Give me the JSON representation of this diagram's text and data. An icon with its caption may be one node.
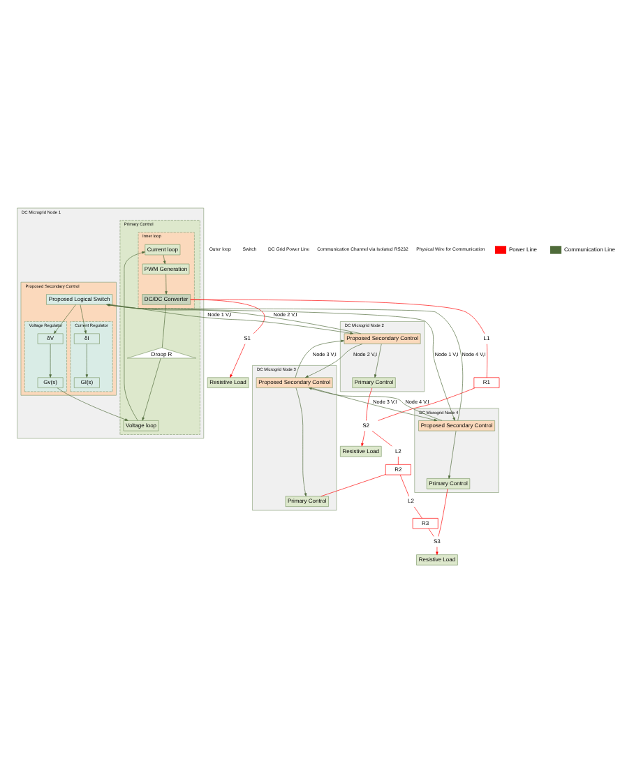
{
  "diagram": {
    "nodes": [
      {
        "text": [
          "DC Microgrid Node 1"
        ]
      },
      {
        "text": [
          "Primary Control"
        ],
        "in": 0
      },
      {
        "text": [
          "Inner loop"
        ],
        "in": 1
      },
      {
        "text": [
          "Voltage loop"
        ],
        "in": 1
      },
      {
        "text": [
          "Current loop"
        ],
        "in": 2
      },
      {
        "text": [
          "PWM Generation"
        ],
        "in": 2
      },
      {
        "text": [
          "DC/DC Converter"
        ],
        "in": 2
      },
      {
        "text": [
          "Droop R"
        ],
        "in": 1
      },
      {
        "text": [
          "Proposed Secondary Control"
        ],
        "in": 0
      },
      {
        "text": [
          "Voltage Regulator"
        ],
        "in": 8
      },
      {
        "text": [
          "Proposed Logical Switch"
        ],
        "in": 8
      },
      {
        "text": [
          "δV"
        ],
        "in": 9
      },
      {
        "text": [
          "Gv(s)"
        ],
        "in": 9
      },
      {
        "text": [
          "Current Regulator"
        ],
        "in": 8
      },
      {
        "text": [
          "δI"
        ],
        "in": 13
      },
      {
        "text": [
          "GI(s)"
        ],
        "in": 13
      },
      {
        "text": [
          "S1"
        ]
      },
      {
        "text": [
          "Resistive Load"
        ]
      },
      {
        "text": [
          "L1"
        ]
      },
      {
        "text": [
          "R1"
        ]
      },
      {
        "text": [
          "DC Microgrid Node 2"
        ]
      },
      {
        "text": [
          "Primary Control"
        ],
        "in": 20
      },
      {
        "text": [
          "Proposed Secondary Control"
        ],
        "in": 20
      },
      {
        "text": [
          "S2"
        ]
      },
      {
        "text": [
          "Resistive Load"
        ]
      },
      {
        "text": [
          "L2"
        ]
      },
      {
        "text": [
          "R2"
        ]
      },
      {
        "text": [
          "DC Microgrid Node 3"
        ]
      },
      {
        "text": [
          "Primary Control"
        ],
        "in": 27
      },
      {
        "text": [
          "Proposed Secondary Control"
        ],
        "in": 27
      },
      {
        "text": [
          "L2"
        ]
      },
      {
        "text": [
          "R3"
        ]
      },
      {
        "text": [
          "DC Microgrid Node 4"
        ]
      },
      {
        "text": [
          "Primary Control"
        ],
        "in": 32
      },
      {
        "text": [
          "Proposed Secondary Control"
        ],
        "in": 32
      },
      {
        "text": [
          "S3"
        ]
      },
      {
        "text": [
          "Resistive Load"
        ]
      }
    ],
    "edges": [
      {
        "from": 3,
        "to": 4,
        "arrow": "to",
        "color": "#4f6b3a"
      },
      {
        "from": 4,
        "to": 5,
        "arrow": "to",
        "color": "#4f6b3a"
      },
      {
        "from": 5,
        "to": 6,
        "arrow": "to",
        "color": "#4f6b3a"
      },
      {
        "from": 6,
        "to": 7,
        "arrow": "none",
        "color": "#4f6b3a"
      },
      {
        "from": 7,
        "to": 3,
        "arrow": "to",
        "color": "#4f6b3a"
      },
      {
        "from": 10,
        "to": 11,
        "arrow": "to",
        "color": "#4f6b3a"
      },
      {
        "from": 10,
        "to": 14,
        "arrow": "to",
        "color": "#4f6b3a"
      },
      {
        "from": 11,
        "to": 12,
        "arrow": "to",
        "color": "#4f6b3a"
      },
      {
        "from": 14,
        "to": 15,
        "arrow": "to",
        "color": "#4f6b3a"
      },
      {
        "from": 12,
        "to": 3,
        "arrow": "to",
        "color": "#4f6b3a"
      },
      {
        "from": 34,
        "to": 10,
        "label": "Node 4 V,I",
        "arrow": "to",
        "color": "#4f6b3a"
      },
      {
        "from": 22,
        "to": 10,
        "label": "Node 2 V,I",
        "arrow": "to",
        "color": "#4f6b3a"
      },
      {
        "from": 10,
        "to": 22,
        "label": "Node 1 V,I",
        "arrow": "to",
        "color": "#4f6b3a"
      },
      {
        "from": 29,
        "to": 22,
        "label": "Node 3 V,I",
        "arrow": "to",
        "color": "#4f6b3a"
      },
      {
        "from": 22,
        "to": 29,
        "label": "Node 2 V,I",
        "arrow": "to",
        "color": "#4f6b3a"
      },
      {
        "from": 34,
        "to": 29,
        "label": "Node 4 V,I",
        "arrow": "to",
        "color": "#4f6b3a"
      },
      {
        "from": 29,
        "to": 34,
        "label": "Node 3 V,I",
        "arrow": "to",
        "color": "#4f6b3a"
      },
      {
        "from": 10,
        "to": 34,
        "label": "Node 1 V,I",
        "arrow": "to",
        "color": "#4f6b3a"
      },
      {
        "from": 22,
        "to": 21,
        "arrow": "to",
        "color": "#4f6b3a"
      },
      {
        "from": 29,
        "to": 28,
        "arrow": "to",
        "color": "#4f6b3a"
      },
      {
        "from": 34,
        "to": 33,
        "arrow": "to",
        "color": "#4f6b3a"
      },
      {
        "from": 6,
        "to": 16,
        "arrow": "none",
        "color": "#ff0000"
      },
      {
        "from": 16,
        "to": 17,
        "arrow": "to",
        "color": "#ff0000"
      },
      {
        "from": 6,
        "to": 18,
        "arrow": "none",
        "color": "#ff0000"
      },
      {
        "from": 18,
        "to": 19,
        "arrow": "none",
        "color": "#ff0000"
      },
      {
        "from": 19,
        "to": 23,
        "arrow": "none",
        "color": "#ff0000"
      },
      {
        "from": 21,
        "to": 23,
        "arrow": "none",
        "color": "#ff0000"
      },
      {
        "from": 23,
        "to": 24,
        "arrow": "to",
        "color": "#ff0000"
      },
      {
        "from": 23,
        "to": 25,
        "arrow": "none",
        "color": "#ff0000"
      },
      {
        "from": 25,
        "to": 26,
        "arrow": "none",
        "color": "#ff0000"
      },
      {
        "from": 26,
        "to": 28,
        "arrow": "none",
        "color": "#ff0000"
      },
      {
        "from": 26,
        "to": 30,
        "arrow": "none",
        "color": "#ff0000"
      },
      {
        "from": 30,
        "to": 31,
        "arrow": "none",
        "color": "#ff0000"
      },
      {
        "from": 31,
        "to": 35,
        "arrow": "none",
        "color": "#ff0000"
      },
      {
        "from": 33,
        "to": 35,
        "arrow": "none",
        "color": "#ff0000"
      },
      {
        "from": 35,
        "to": 36,
        "arrow": "to",
        "color": "#ff0000"
      }
    ],
    "labels": [
      "Outer loop",
      "Switch",
      "DC Grid Power Line",
      "Communication Channel via Isolated RS232",
      "Physical Wire for Communication"
    ],
    "legend": [
      {
        "text": "Power Line",
        "color": "#ff0000"
      },
      {
        "text": "Communication Line",
        "color": "#4f6b3a"
      }
    ]
  }
}
